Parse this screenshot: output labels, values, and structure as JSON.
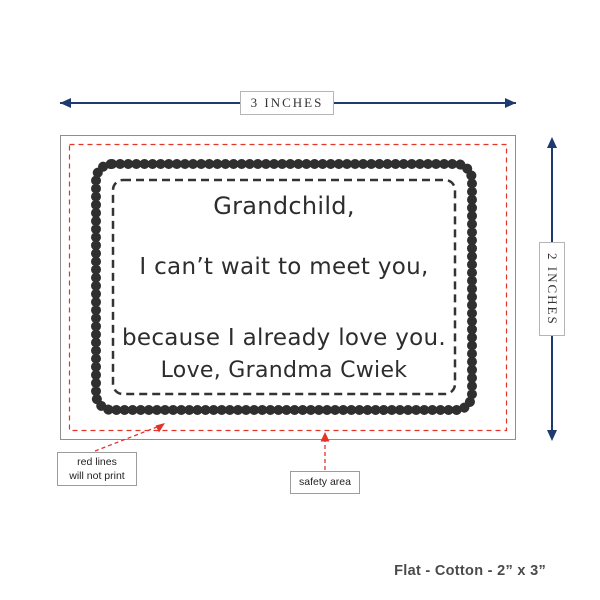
{
  "dimensions": {
    "width_label": "3 INCHES",
    "height_label": "2 INCHES"
  },
  "label_preview": {
    "lines": [
      "Grandchild,",
      "I can’t wait to meet you,",
      "because I already love you.",
      "Love, Grandma Cwiek"
    ]
  },
  "callouts": {
    "red_lines": {
      "line1": "red lines",
      "line2": "will not print"
    },
    "safety": {
      "label": "safety area"
    }
  },
  "footer": {
    "caption": "Flat - Cotton - 2” x 3”"
  },
  "colors": {
    "dimension_arrow": "#1e3a6e",
    "red_guide": "#e5332a",
    "ink": "#2d2d2d",
    "edge_outline": "#8f8f8f"
  }
}
